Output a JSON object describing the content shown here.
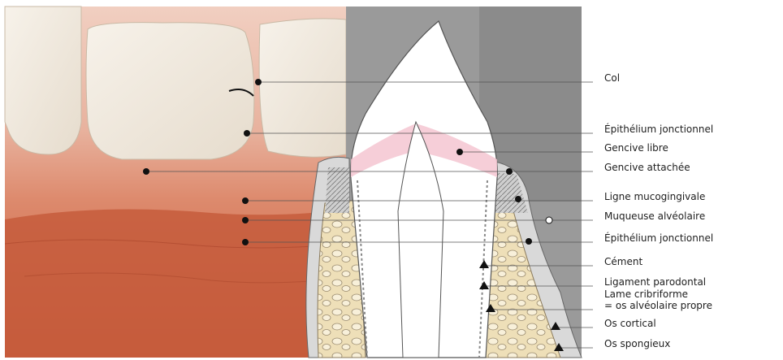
{
  "labels": [
    {
      "id": "col",
      "text": "Col"
    },
    {
      "id": "epithelium-1",
      "text": "Épithélium jonctionnel"
    },
    {
      "id": "gencive-libre",
      "text": "Gencive libre"
    },
    {
      "id": "gencive-attachee",
      "text": "Gencive attachée"
    },
    {
      "id": "ligne-mucogingivale",
      "text": "Ligne mucogingivale"
    },
    {
      "id": "muqueuse-alveolaire",
      "text": "Muqueuse alvéolaire"
    },
    {
      "id": "epithelium-2",
      "text": "Épithélium jonctionnel"
    },
    {
      "id": "cement",
      "text": "Cément"
    },
    {
      "id": "ligament",
      "text": "Ligament parodontal"
    },
    {
      "id": "lame-1",
      "text": "Lame cribriforme"
    },
    {
      "id": "lame-2",
      "text": "= os alvéolaire propre"
    },
    {
      "id": "os-cortical",
      "text": "Os cortical"
    },
    {
      "id": "os-spongieux",
      "text": "Os spongieux"
    }
  ],
  "colors": {
    "background": "#ffffff",
    "section_background": "#9a9a9a",
    "gum": "#e9b7a4",
    "mucosa": "#c8603f",
    "tooth": "#f3ece2",
    "bone": "#eedfb8",
    "line": "#555555"
  }
}
